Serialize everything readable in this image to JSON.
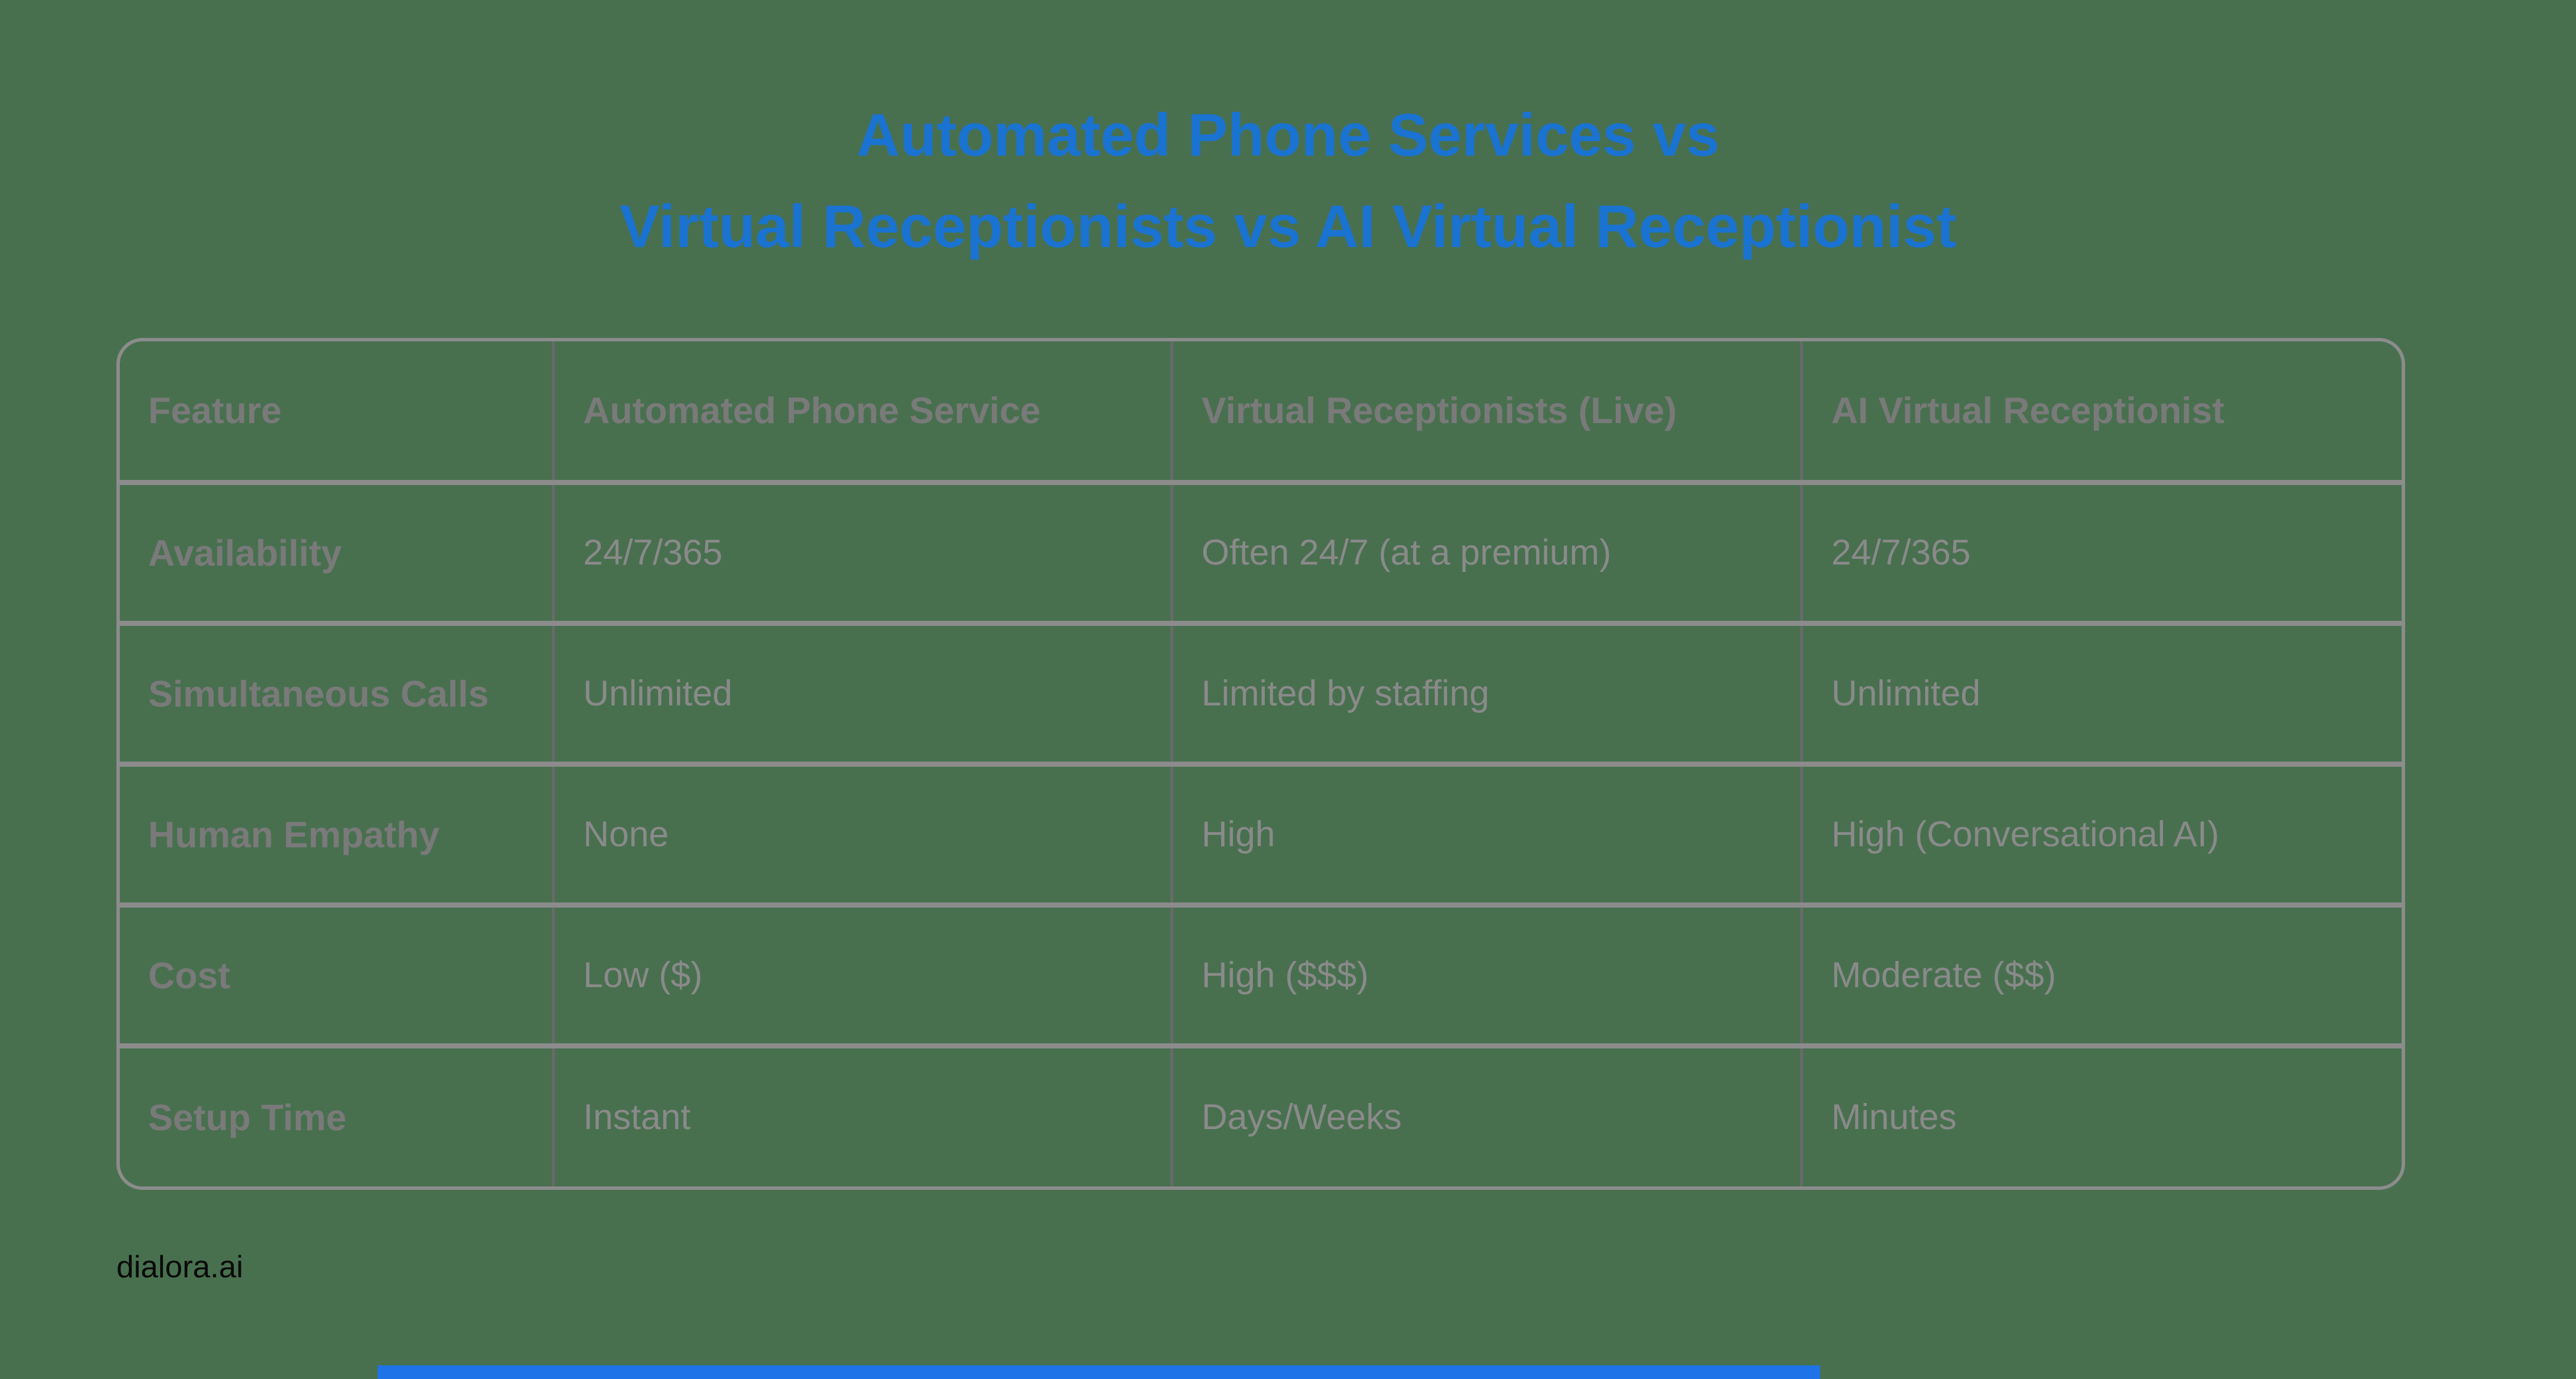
{
  "chart_data": {
    "type": "table",
    "title": "Automated Phone Services vs Virtual Receptionists vs AI Virtual Receptionist",
    "columns": [
      "Feature",
      "Automated Phone Service",
      "Virtual Receptionists (Live)",
      "AI Virtual Receptionist"
    ],
    "rows": [
      [
        "Availability",
        "24/7/365",
        "Often 24/7 (at a premium)",
        "24/7/365"
      ],
      [
        "Simultaneous Calls",
        "Unlimited",
        "Limited by staffing",
        "Unlimited"
      ],
      [
        "Human Empathy",
        "None",
        "High",
        "High (Conversational AI)"
      ],
      [
        "Cost",
        "Low ($)",
        "High ($$$)",
        "Moderate ($$)"
      ],
      [
        "Setup Time",
        "Instant",
        "Days/Weeks",
        "Minutes"
      ]
    ],
    "layout_hints": {
      "grid": "on",
      "header_row": true,
      "bold_first_column": true,
      "rounded_outer_border": true
    }
  },
  "title": {
    "line1": "Automated Phone Services vs",
    "line2": "Virtual Receptionists vs AI Virtual Receptionist"
  },
  "table": {
    "header": [
      "Feature",
      "Automated Phone Service",
      "Virtual Receptionists (Live)",
      "AI Virtual Receptionist"
    ],
    "rows": [
      {
        "feature": "Availability",
        "values": [
          "24/7/365",
          "Often 24/7 (at a premium)",
          "24/7/365"
        ]
      },
      {
        "feature": "Simultaneous Calls",
        "values": [
          "Unlimited",
          "Limited by staffing",
          "Unlimited"
        ]
      },
      {
        "feature": "Human Empathy",
        "values": [
          "None",
          "High",
          "High (Conversational AI)"
        ]
      },
      {
        "feature": "Cost",
        "values": [
          "Low ($)",
          "High ($$$)",
          "Moderate ($$)"
        ]
      },
      {
        "feature": "Setup Time",
        "values": [
          "Instant",
          "Days/Weeks",
          "Minutes"
        ]
      }
    ]
  },
  "footer": {
    "brand": "dialora.ai"
  },
  "colors": {
    "background": "#48704F",
    "title_blue": "#1A73D1",
    "table_border": "#8C8C8C",
    "table_border_vertical": "#6A6A6A",
    "header_text": "#7A7A7A",
    "cell_text": "#8A8A8A",
    "brand_text": "#0A0A0A",
    "accent_bar": "#1E73E8"
  }
}
